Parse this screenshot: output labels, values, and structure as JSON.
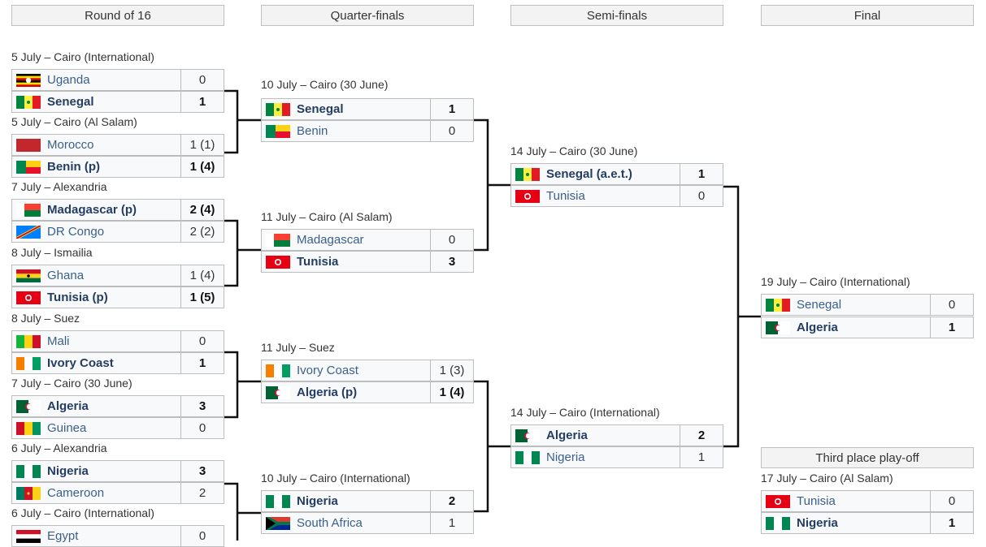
{
  "headers": {
    "r16": "Round of 16",
    "qf": "Quarter-finals",
    "sf": "Semi-finals",
    "final": "Final",
    "third": "Third place play-off"
  },
  "r16": [
    {
      "caption": "5 July – Cairo (International)",
      "teams": [
        {
          "name": "Uganda",
          "score": "0",
          "winner": false,
          "flag": "uganda-flag"
        },
        {
          "name": "Senegal",
          "score": "1",
          "winner": true,
          "flag": "senegal-flag"
        }
      ]
    },
    {
      "caption": "5 July – Cairo (Al Salam)",
      "teams": [
        {
          "name": "Morocco",
          "score": "1 (1)",
          "winner": false,
          "flag": "morocco-flag"
        },
        {
          "name": "Benin (p)",
          "score": "1 (4)",
          "winner": true,
          "flag": "benin-flag"
        }
      ]
    },
    {
      "caption": "7 July – Alexandria",
      "teams": [
        {
          "name": "Madagascar (p)",
          "score": "2 (4)",
          "winner": true,
          "flag": "madagascar-flag"
        },
        {
          "name": "DR Congo",
          "score": "2 (2)",
          "winner": false,
          "flag": "drcongo-flag"
        }
      ]
    },
    {
      "caption": "8 July – Ismailia",
      "teams": [
        {
          "name": "Ghana",
          "score": "1 (4)",
          "winner": false,
          "flag": "ghana-flag"
        },
        {
          "name": "Tunisia (p)",
          "score": "1 (5)",
          "winner": true,
          "flag": "tunisia-flag"
        }
      ]
    },
    {
      "caption": "8 July – Suez",
      "teams": [
        {
          "name": "Mali",
          "score": "0",
          "winner": false,
          "flag": "mali-flag"
        },
        {
          "name": "Ivory Coast",
          "score": "1",
          "winner": true,
          "flag": "ivorycoast-flag"
        }
      ]
    },
    {
      "caption": "7 July – Cairo (30 June)",
      "teams": [
        {
          "name": "Algeria",
          "score": "3",
          "winner": true,
          "flag": "algeria-flag"
        },
        {
          "name": "Guinea",
          "score": "0",
          "winner": false,
          "flag": "guinea-flag"
        }
      ]
    },
    {
      "caption": "6 July – Alexandria",
      "teams": [
        {
          "name": "Nigeria",
          "score": "3",
          "winner": true,
          "flag": "nigeria-flag"
        },
        {
          "name": "Cameroon",
          "score": "2",
          "winner": false,
          "flag": "cameroon-flag"
        }
      ]
    },
    {
      "caption": "6 July – Cairo (International)",
      "teams": [
        {
          "name": "Egypt",
          "score": "0",
          "winner": false,
          "flag": "egypt-flag"
        }
      ]
    }
  ],
  "qf": [
    {
      "caption": "10 July – Cairo (30 June)",
      "teams": [
        {
          "name": "Senegal",
          "score": "1",
          "winner": true,
          "flag": "senegal-flag"
        },
        {
          "name": "Benin",
          "score": "0",
          "winner": false,
          "flag": "benin-flag"
        }
      ]
    },
    {
      "caption": "11 July – Cairo (Al Salam)",
      "teams": [
        {
          "name": "Madagascar",
          "score": "0",
          "winner": false,
          "flag": "madagascar-flag"
        },
        {
          "name": "Tunisia",
          "score": "3",
          "winner": true,
          "flag": "tunisia-flag"
        }
      ]
    },
    {
      "caption": "11 July – Suez",
      "teams": [
        {
          "name": "Ivory Coast",
          "score": "1 (3)",
          "winner": false,
          "flag": "ivorycoast-flag"
        },
        {
          "name": "Algeria (p)",
          "score": "1 (4)",
          "winner": true,
          "flag": "algeria-flag"
        }
      ]
    },
    {
      "caption": "10 July – Cairo (International)",
      "teams": [
        {
          "name": "Nigeria",
          "score": "2",
          "winner": true,
          "flag": "nigeria-flag"
        },
        {
          "name": "South Africa",
          "score": "1",
          "winner": false,
          "flag": "southafrica-flag"
        }
      ]
    }
  ],
  "sf": [
    {
      "caption": "14 July – Cairo (30 June)",
      "teams": [
        {
          "name": "Senegal (a.e.t.)",
          "score": "1",
          "winner": true,
          "flag": "senegal-flag"
        },
        {
          "name": "Tunisia",
          "score": "0",
          "winner": false,
          "flag": "tunisia-flag"
        }
      ]
    },
    {
      "caption": "14 July – Cairo (International)",
      "teams": [
        {
          "name": "Algeria",
          "score": "2",
          "winner": true,
          "flag": "algeria-flag"
        },
        {
          "name": "Nigeria",
          "score": "1",
          "winner": false,
          "flag": "nigeria-flag"
        }
      ]
    }
  ],
  "final": [
    {
      "caption": "19 July – Cairo (International)",
      "teams": [
        {
          "name": "Senegal",
          "score": "0",
          "winner": false,
          "flag": "senegal-flag"
        },
        {
          "name": "Algeria",
          "score": "1",
          "winner": true,
          "flag": "algeria-flag"
        }
      ]
    }
  ],
  "third": [
    {
      "caption": "17 July – Cairo (Al Salam)",
      "teams": [
        {
          "name": "Tunisia",
          "score": "0",
          "winner": false,
          "flag": "tunisia-flag"
        },
        {
          "name": "Nigeria",
          "score": "1",
          "winner": true,
          "flag": "nigeria-flag"
        }
      ]
    }
  ],
  "colors": {
    "line": "#111111",
    "header_bg": "#f3f3f3",
    "row_bg": "#f8f9fa",
    "border": "#bdbdbd",
    "team_text": "#3a5f8a",
    "winner_text": "#243d62"
  }
}
